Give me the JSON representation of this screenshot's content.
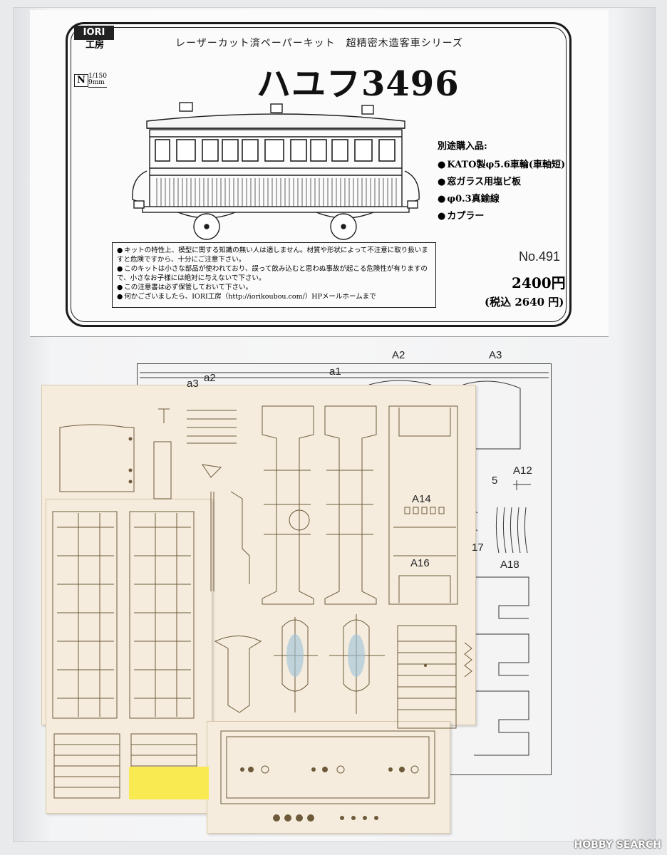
{
  "brand": {
    "name": "IORI",
    "sub": "工房"
  },
  "scale": {
    "gauge_letter": "N",
    "ratio": "1/150",
    "track": "9mm"
  },
  "series": "レーザーカット済ペーパーキット　超精密木造客車シリーズ",
  "title": "ハユフ3496",
  "separately_purchased": {
    "heading": "別途購入品:",
    "items": [
      "KATO製φ5.6車輪(車軸短)",
      "窓ガラス用塩ビ板",
      "φ0.3真鍮線",
      "カプラー"
    ]
  },
  "notice": [
    "キットの特性上、模型に関する知識の無い人は適しません。材質や形状によって不注意に取り扱いますと危険ですから、十分にご注意下さい。",
    "このキットは小さな部品が使われており、誤って飲み込むと思わぬ事故が起こる危険性が有りますので、小さなお子様には絶対に与えないで下さい。",
    "この注意書は必ず保管しておいて下さい。",
    "何かございましたら、IORI工房（http://iorikoubou.com/）HPメールホームまで"
  ],
  "kit_number": "No.491",
  "price": "2400円",
  "price_tax": "(税込 2640 円)",
  "part_labels": {
    "a1": "a1",
    "a2": "a2",
    "a3": "a3",
    "A2": "A2",
    "A3": "A3",
    "A12": "A12",
    "A14": "A14",
    "A16": "A16",
    "A18": "A18",
    "n5": "5",
    "n17": "17"
  },
  "watermark": "HOBBY SEARCH"
}
